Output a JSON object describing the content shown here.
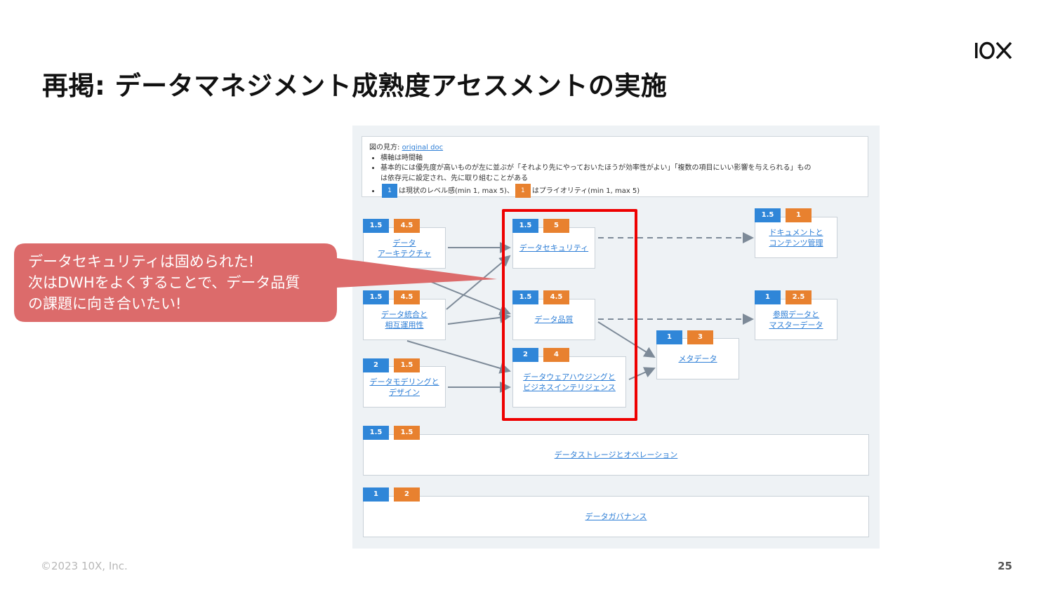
{
  "slide": {
    "title": "再掲: データマネジメント成熟度アセスメントの実施",
    "logo_text": "10X",
    "footer": "©2023 10X, Inc.",
    "page_number": "25"
  },
  "callout": {
    "lines": [
      "データセキュリティは固められた!",
      "次はDWHをよくすることで、データ品質",
      "の課題に向き合いたい!"
    ],
    "color": "#dc6b6b"
  },
  "legend": {
    "heading": "図の見方:",
    "link": "original doc",
    "bullet1": "横軸は時間軸",
    "bullet2a": "基本的には優先度が高いものが左に並ぶが「それより先にやっておいたほうが効率性がよい」「複数の項目にいい影響を与えられる」もの",
    "bullet2b": "は依存元に設定され、先に取り組むことがある",
    "badge_blue": "1",
    "text_level": "は現状のレベル感(min 1, max 5)、",
    "badge_orange": "1",
    "text_priority": "はプライオリティ(min 1, max 5)"
  },
  "nodes": {
    "architecture": {
      "label1": "データ",
      "label2": "アーキテクチャ",
      "level": "1.5",
      "priority": "4.5"
    },
    "integration": {
      "label1": "データ統合と",
      "label2": "相互運用性",
      "level": "1.5",
      "priority": "4.5"
    },
    "modeling": {
      "label1": "データモデリングと",
      "label2": "デザイン",
      "level": "2",
      "priority": "1.5"
    },
    "security": {
      "label": "データセキュリティ",
      "level": "1.5",
      "priority": "5"
    },
    "quality": {
      "label": "データ品質",
      "level": "1.5",
      "priority": "4.5"
    },
    "dwh": {
      "label1": "データウェアハウジングと",
      "label2": "ビジネスインテリジェンス",
      "level": "2",
      "priority": "4"
    },
    "document": {
      "label1": "ドキュメントと",
      "label2": "コンテンツ管理",
      "level": "1.5",
      "priority": "1"
    },
    "reference": {
      "label1": "参照データと",
      "label2": "マスターデータ",
      "level": "1",
      "priority": "2.5"
    },
    "metadata": {
      "label": "メタデータ",
      "level": "1",
      "priority": "3"
    },
    "storage": {
      "label": "データストレージとオペレーション",
      "level": "1.5",
      "priority": "1.5"
    },
    "governance": {
      "label": "データガバナンス",
      "level": "1",
      "priority": "2"
    }
  },
  "colors": {
    "level": "#2f86d8",
    "priority": "#e8812f",
    "highlight": "#ee0000",
    "link": "#2d7ed6"
  }
}
